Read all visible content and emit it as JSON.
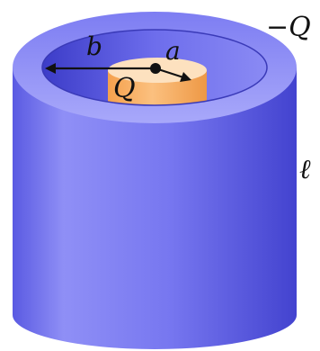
{
  "labels": {
    "outer_charge": "−Q",
    "inner_charge": "Q",
    "outer_radius": "b",
    "inner_radius": "a",
    "length": "ℓ"
  },
  "colors": {
    "outer_shell": "#6f6ff0",
    "outer_shell_dark": "#4a4ad6",
    "outer_shell_light": "#9a9af8",
    "inner_cylinder": "#f7b46a",
    "inner_cylinder_top": "#fde1bf",
    "arrow": "#111111"
  }
}
